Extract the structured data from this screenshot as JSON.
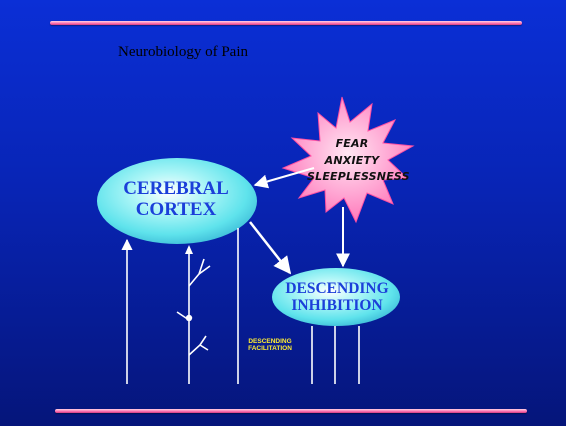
{
  "slide": {
    "title": "Neurobiology of Pain",
    "nodes": {
      "cerebral_cortex": {
        "line1": "CEREBRAL",
        "line2": "CORTEX"
      },
      "descending_inhibition": {
        "line1": "DESCENDING",
        "line2": "INHIBITION"
      },
      "stressors": {
        "fear": "FEAR",
        "anxiety": "ANXIETY",
        "sleeplessness": "SLEEPLESSNESS"
      }
    },
    "descending_facilitation": {
      "line1": "DESCENDING",
      "line2": "FACILITATION"
    }
  },
  "colors": {
    "background": "#0824b4",
    "accent_bar": "#ff77b5",
    "ellipse_fill": "#5fe3ec",
    "ellipse_text": "#1b3fd9",
    "starburst": "#ff8fc8",
    "facilitation_text": "#ffee33",
    "lines": "#ffffff"
  }
}
